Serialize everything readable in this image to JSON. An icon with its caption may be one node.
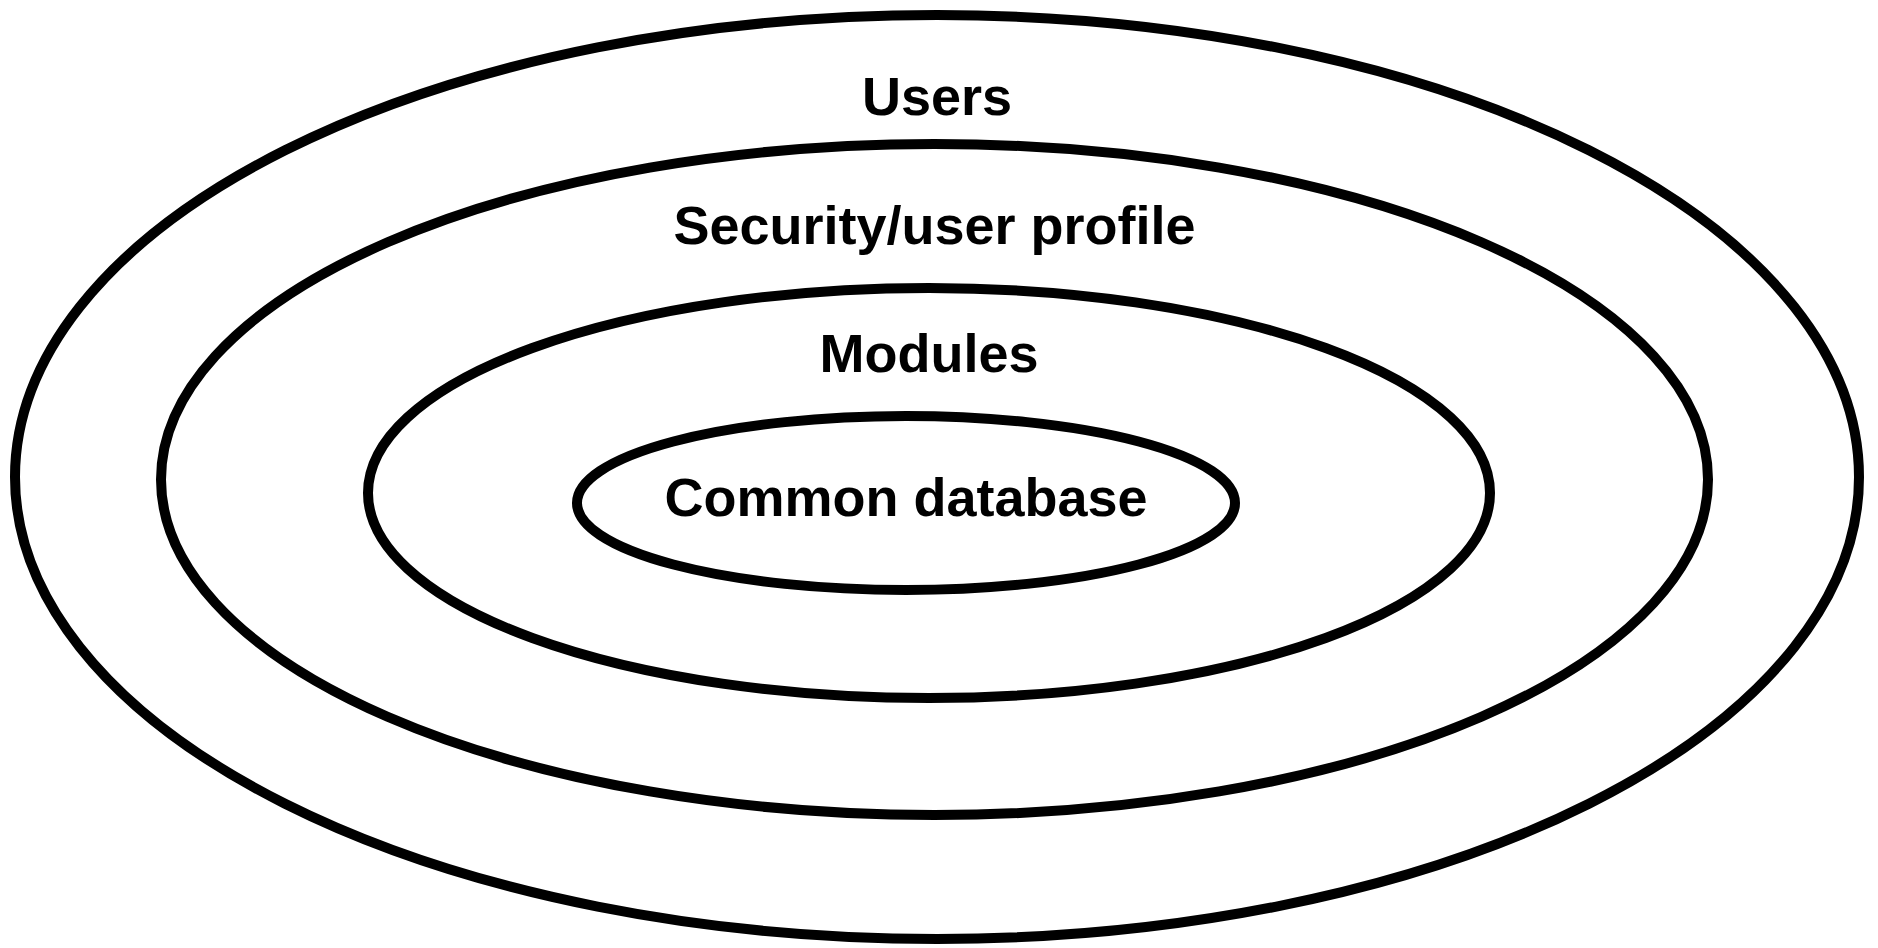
{
  "diagram": {
    "nodes": [
      {
        "text": [
          "Users"
        ]
      },
      {
        "text": [
          "Security/user profile"
        ],
        "in": 0
      },
      {
        "text": [
          "Modules"
        ],
        "in": 1
      },
      {
        "text": [
          "Common database"
        ],
        "in": 2
      }
    ]
  }
}
